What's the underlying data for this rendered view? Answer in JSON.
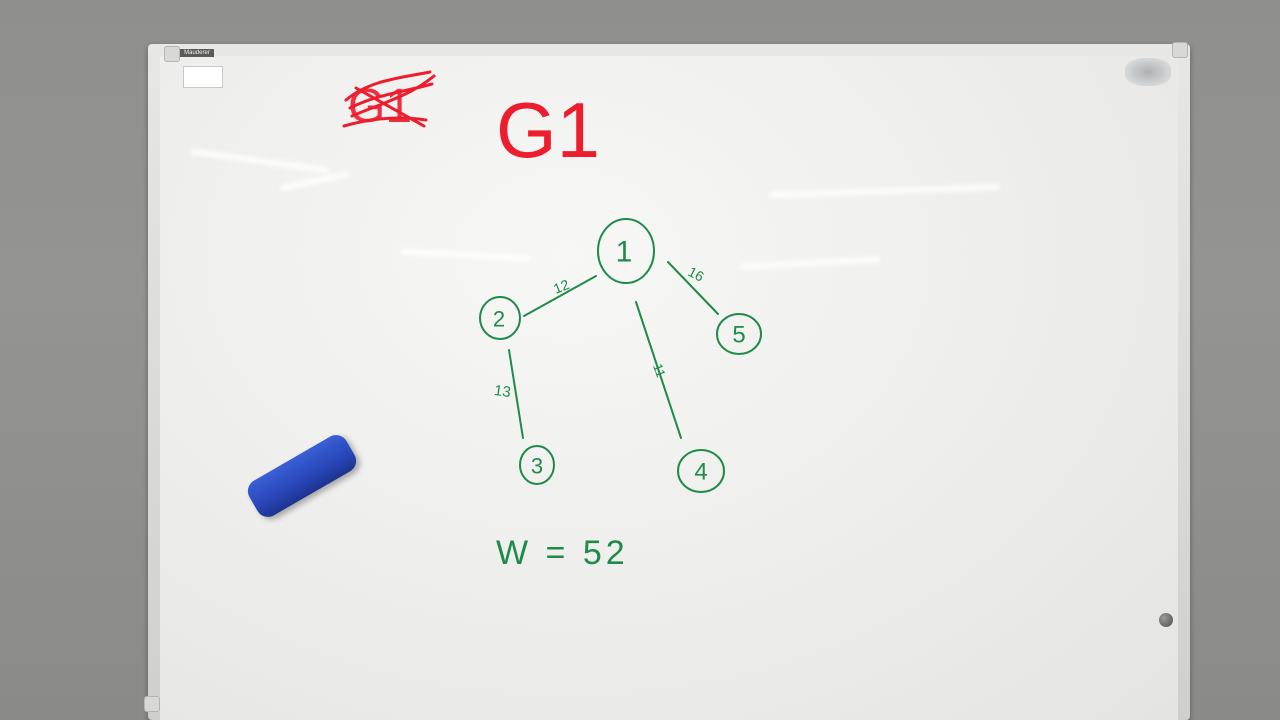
{
  "board": {
    "brand": "Mauderer",
    "title": "G1",
    "crossed_out_label": "G1",
    "weight_summary": "W = 52"
  },
  "graph": {
    "nodes": [
      {
        "id": "1",
        "label": "1"
      },
      {
        "id": "2",
        "label": "2"
      },
      {
        "id": "3",
        "label": "3"
      },
      {
        "id": "4",
        "label": "4"
      },
      {
        "id": "5",
        "label": "5"
      }
    ],
    "edges": [
      {
        "from": "1",
        "to": "2",
        "weight": "12"
      },
      {
        "from": "1",
        "to": "5",
        "weight": "16"
      },
      {
        "from": "1",
        "to": "4",
        "weight": "11"
      },
      {
        "from": "2",
        "to": "3",
        "weight": "13"
      }
    ]
  },
  "colors": {
    "red_marker": "#ee1d2e",
    "green_marker": "#1f8a4a",
    "eraser": "#2846b8"
  }
}
